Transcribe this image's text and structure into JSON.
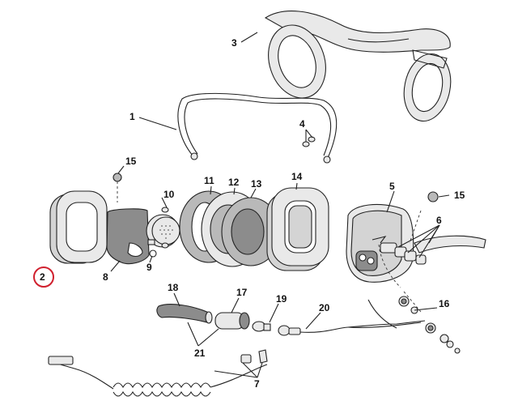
{
  "diagram": {
    "callouts": [
      {
        "id": "1",
        "text": "1"
      },
      {
        "id": "2",
        "text": "2",
        "highlighted": true
      },
      {
        "id": "3",
        "text": "3"
      },
      {
        "id": "4",
        "text": "4"
      },
      {
        "id": "5",
        "text": "5"
      },
      {
        "id": "6",
        "text": "6"
      },
      {
        "id": "7",
        "text": "7"
      },
      {
        "id": "8",
        "text": "8"
      },
      {
        "id": "9",
        "text": "9"
      },
      {
        "id": "10",
        "text": "10"
      },
      {
        "id": "11",
        "text": "11"
      },
      {
        "id": "12",
        "text": "12"
      },
      {
        "id": "13",
        "text": "13"
      },
      {
        "id": "14",
        "text": "14"
      },
      {
        "id": "15a",
        "text": "15"
      },
      {
        "id": "15b",
        "text": "15"
      },
      {
        "id": "16",
        "text": "16"
      },
      {
        "id": "17",
        "text": "17"
      },
      {
        "id": "18",
        "text": "18"
      },
      {
        "id": "19",
        "text": "19"
      },
      {
        "id": "20",
        "text": "20"
      },
      {
        "id": "21",
        "text": "21"
      }
    ],
    "highlight_color": "#d0202e"
  }
}
